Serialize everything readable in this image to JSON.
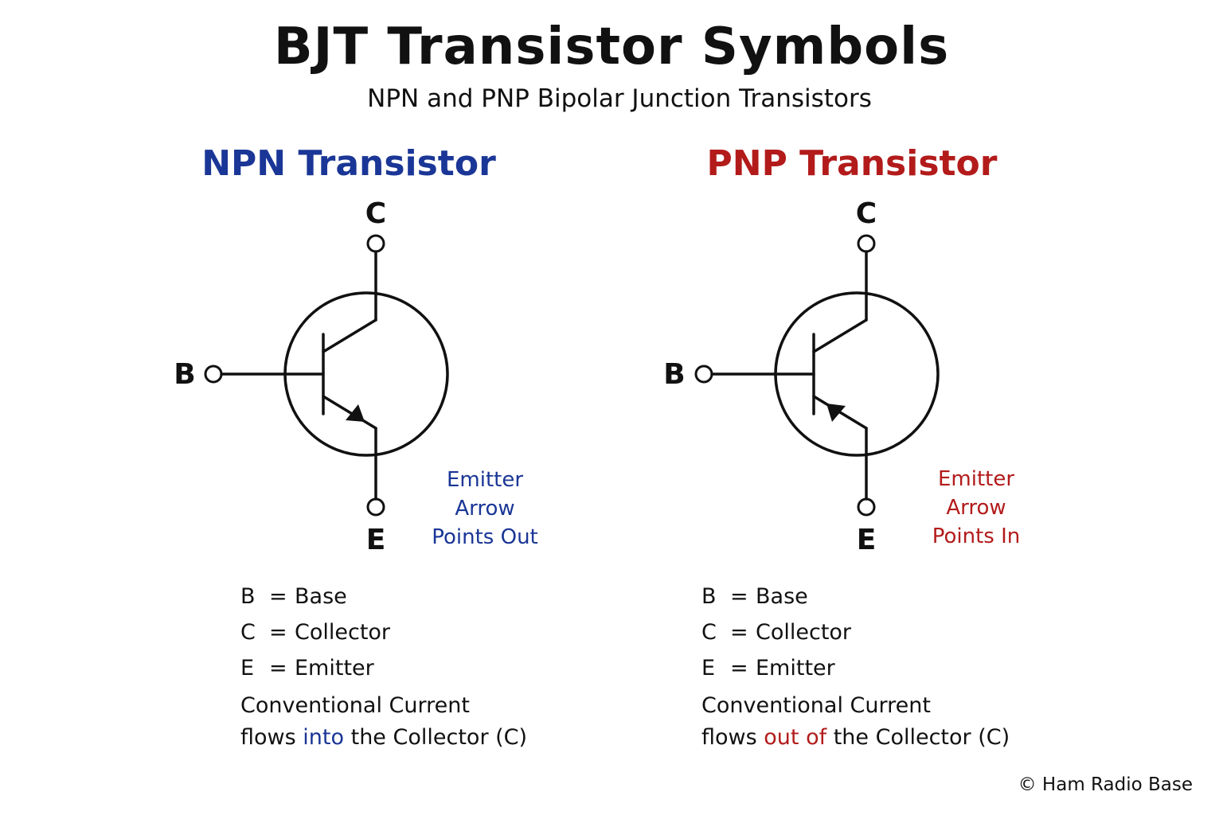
{
  "header": {
    "title": "BJT Transistor Symbols",
    "subtitle": "NPN and PNP Bipolar Junction Transistors"
  },
  "npn": {
    "title": "NPN Transistor",
    "color": "#1a3696",
    "collector_label": "C",
    "base_label": "B",
    "emitter_label": "E",
    "note": [
      "Emitter",
      "Arrow",
      "Points Out"
    ],
    "legend": [
      {
        "key": "B",
        "eq": "=",
        "value": "Base"
      },
      {
        "key": "C",
        "eq": "=",
        "value": "Collector"
      },
      {
        "key": "E",
        "eq": "=",
        "value": "Emitter"
      }
    ],
    "current_line1": "Conventional Current",
    "current_pre": "flows",
    "current_highlight": "into",
    "current_post": "the Collector (C)"
  },
  "pnp": {
    "title": "PNP Transistor",
    "color": "#b31b1b",
    "collector_label": "C",
    "base_label": "B",
    "emitter_label": "E",
    "note": [
      "Emitter",
      "Arrow",
      "Points In"
    ],
    "legend": [
      {
        "key": "B",
        "eq": "=",
        "value": "Base"
      },
      {
        "key": "C",
        "eq": "=",
        "value": "Collector"
      },
      {
        "key": "E",
        "eq": "=",
        "value": "Emitter"
      }
    ],
    "current_line1": "Conventional Current",
    "current_pre": "flows",
    "current_highlight": "out of",
    "current_post": "the Collector (C)"
  },
  "footer": {
    "copyright": "© Ham Radio Base"
  }
}
